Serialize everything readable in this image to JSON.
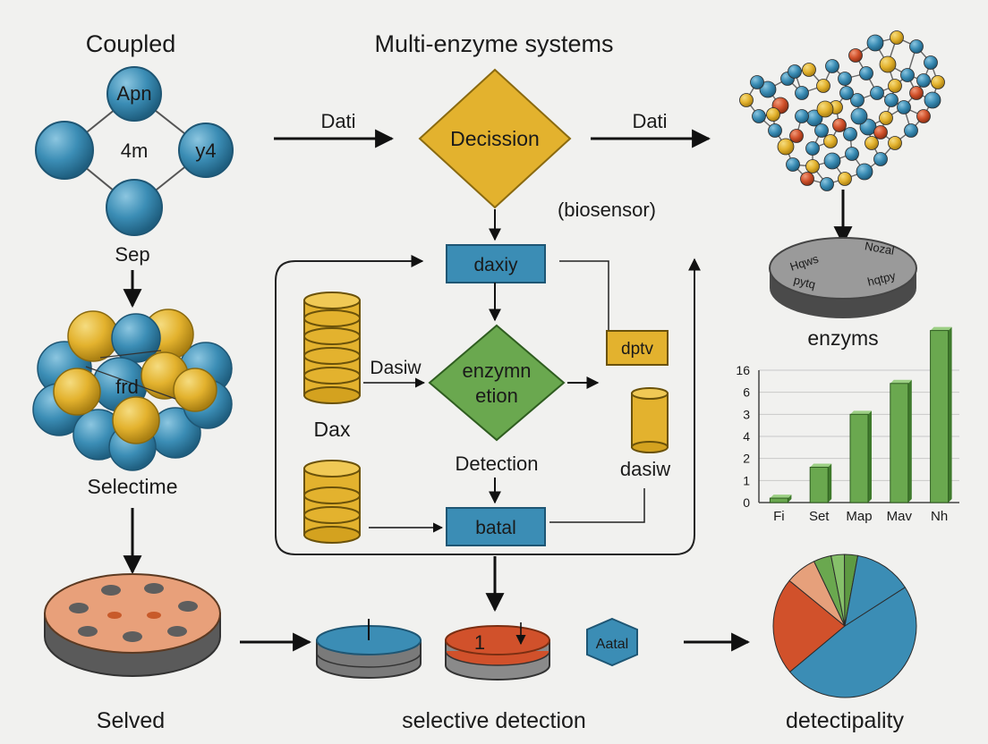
{
  "diagram": {
    "labels": {
      "coupled": "Coupled",
      "title": "Multi-enzyme systems",
      "data_left": "Dati",
      "data_right": "Dati",
      "decision": "Decission",
      "biosensor": "(biosensor)",
      "node_top": "Apn",
      "node_center": "4m",
      "node_right": "y4",
      "sep": "Sep",
      "cluster": "frd",
      "selectime": "Selectime",
      "daxiy": "daxiy",
      "dasiw_left": "Dasiw",
      "enzyme_line1": "enzymn",
      "enzyme_line2": "etion",
      "dax": "Dax",
      "detection": "Detection",
      "batal": "batal",
      "dptv": "dptv",
      "dasiw_right": "dasiw",
      "plate_text_1": "Hqws",
      "plate_text_2": "Nozal",
      "plate_text_3": "pytq",
      "plate_text_4": "hqtpy",
      "enzyms": "enzyms",
      "disk_mark": "1",
      "hexagon": "Aatal",
      "selved": "Selved",
      "selective_detection": "selective detection",
      "detectipality": "detectipality"
    },
    "colors": {
      "blue": "#3b8db5",
      "yellow": "#e3b22e",
      "red": "#d1512b",
      "green": "#6aa84f",
      "orange": "#d9824a",
      "gray": "#8c8c8c"
    }
  },
  "chart_data": [
    {
      "type": "bar",
      "categories": [
        "Fi",
        "Set",
        "Map",
        "Mav",
        "Nh"
      ],
      "values": [
        0.2,
        1.6,
        4.0,
        5.4,
        7.8
      ],
      "y_tick_labels": [
        "0",
        "1",
        "2",
        "4",
        "3",
        "6",
        "16"
      ],
      "grid": true,
      "legend": "none",
      "color": "#6aa84f"
    },
    {
      "type": "pie",
      "values": [
        48,
        22,
        7,
        4,
        3,
        3,
        13
      ],
      "colors": [
        "#3b8db5",
        "#d1512b",
        "#e6a07b",
        "#6aa84f",
        "#86c06a",
        "#5e9a42",
        "#3b8db5"
      ]
    }
  ]
}
